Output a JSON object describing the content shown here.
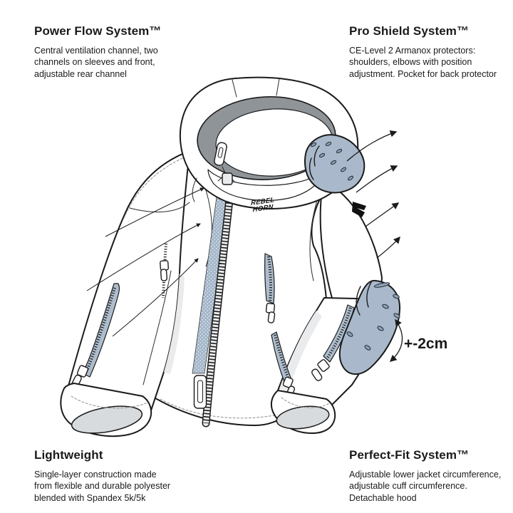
{
  "features": {
    "top_left": {
      "title": "Power Flow System™",
      "description": "Central ventilation channel, two\nchannels on sleeves and front,\nadjustable rear channel"
    },
    "top_right": {
      "title": "Pro Shield System™",
      "description": "CE-Level 2 Armanox protectors:\nshoulders, elbows with position\nadjustment. Pocket for back protector"
    },
    "bottom_left": {
      "title": "Lightweight",
      "description": "Single-layer construction made\nfrom flexible and durable polyester\nblended with Spandex 5k/5k"
    },
    "bottom_right": {
      "title": "Perfect-Fit System™",
      "description": "Adjustable lower jacket circumference,\nadjustable cuff circumference.\nDetachable hood"
    }
  },
  "diagram": {
    "brand_logo_line1": "REBEL",
    "brand_logo_line2": "HORN",
    "adjustment_label": "+-2cm",
    "colors": {
      "outline": "#1b1b1b",
      "text": "#1a1a1a",
      "protector": "#a9b9cb",
      "mesh": "#a3b6c9",
      "vent": "#aebdcd",
      "hood_shadow": "#8f9499"
    }
  }
}
